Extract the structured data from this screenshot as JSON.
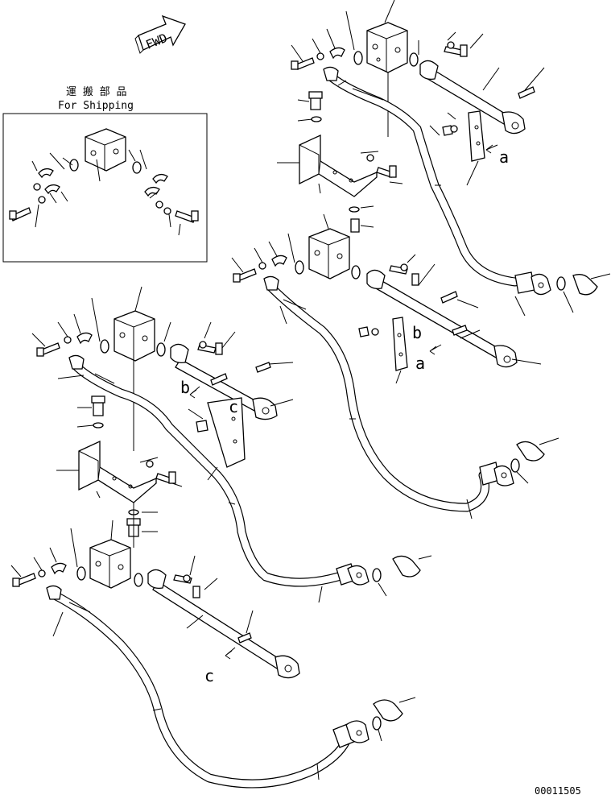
{
  "fwd_label": "FWD",
  "shipping_box": {
    "title_jp": "運 搬 部 品",
    "title_en": "For Shipping"
  },
  "view_labels": {
    "a_upper": "a",
    "a_middle": "a",
    "b_middle": "b",
    "b_left": "b",
    "c_left": "c",
    "c_lower": "c"
  },
  "drawing_number": "00011505"
}
